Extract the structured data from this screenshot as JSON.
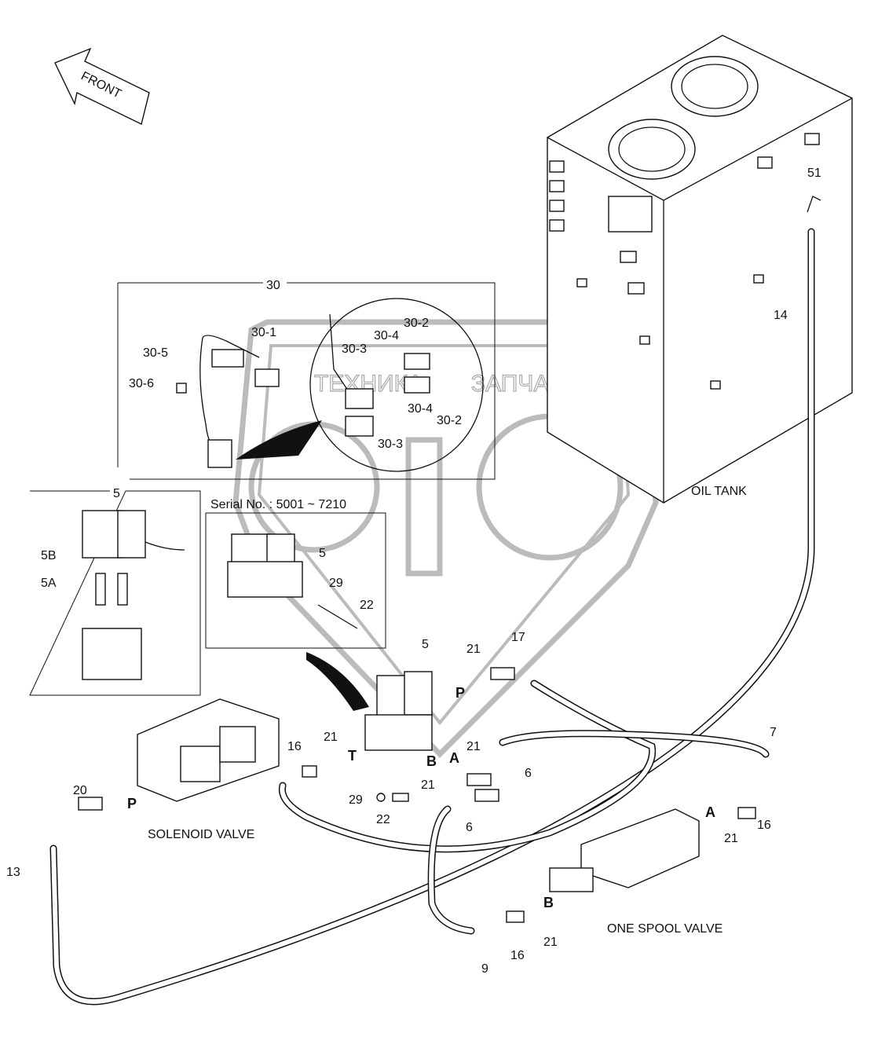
{
  "diagram": {
    "front_arrow": "FRONT",
    "watermark": {
      "text_left": "ТЕХНИКА",
      "text_right": "ЗАПЧАСТИ",
      "logo": "ЭПФ"
    },
    "captions": {
      "oil_tank": "OIL TANK",
      "solenoid_valve": "SOLENOID VALVE",
      "one_spool_valve": "ONE SPOOL VALVE",
      "serial": "Serial No. : 5001 ~ 7210"
    },
    "callouts": [
      "30",
      "30-1",
      "30-5",
      "30-6",
      "30-2",
      "30-4",
      "30-3",
      "30-2",
      "30-4",
      "30-3",
      "5",
      "5B",
      "5A",
      "5",
      "29",
      "22",
      "5",
      "21",
      "17",
      "P",
      "51",
      "14",
      "7",
      "16",
      "21",
      "T",
      "B",
      "A",
      "21",
      "6",
      "21",
      "29",
      "22",
      "6",
      "20",
      "P",
      "13",
      "A",
      "21",
      "16",
      "B",
      "21",
      "16",
      "9"
    ]
  }
}
